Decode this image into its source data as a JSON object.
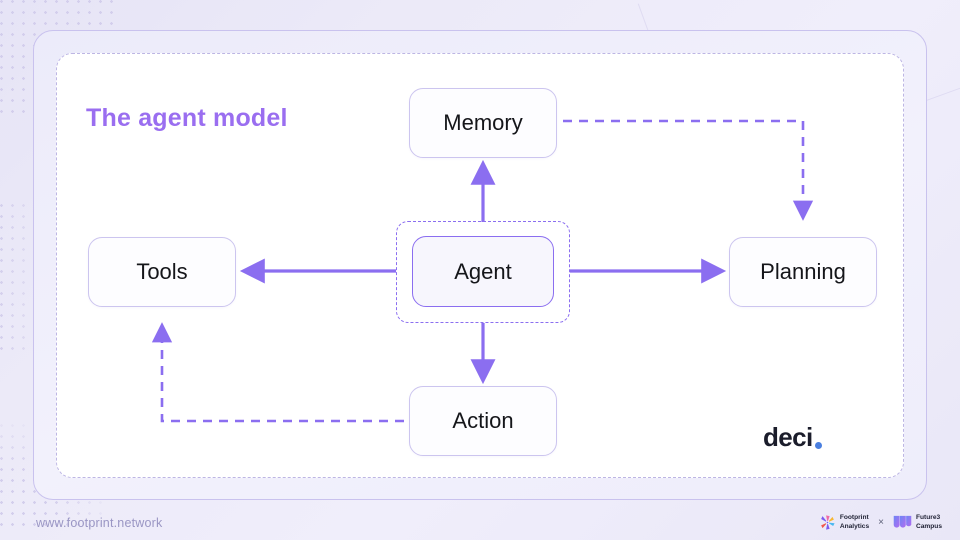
{
  "slide": {
    "title": "The agent model",
    "title_color": "#9a6ef0",
    "accent_color": "#8b6ef0",
    "background_color": "#ecebfa"
  },
  "diagram": {
    "nodes": [
      {
        "id": "memory",
        "label": "Memory",
        "kind": "plain"
      },
      {
        "id": "tools",
        "label": "Tools",
        "kind": "plain"
      },
      {
        "id": "agent",
        "label": "Agent",
        "kind": "highlighted"
      },
      {
        "id": "planning",
        "label": "Planning",
        "kind": "plain"
      },
      {
        "id": "action",
        "label": "Action",
        "kind": "plain"
      }
    ],
    "edges": [
      {
        "from": "agent",
        "to": "memory",
        "style": "solid",
        "direction": "up"
      },
      {
        "from": "agent",
        "to": "tools",
        "style": "solid",
        "direction": "left"
      },
      {
        "from": "agent",
        "to": "planning",
        "style": "solid",
        "direction": "right"
      },
      {
        "from": "agent",
        "to": "action",
        "style": "solid",
        "direction": "down"
      },
      {
        "from": "memory",
        "to": "planning",
        "style": "dashed",
        "direction": "right-down"
      },
      {
        "from": "action",
        "to": "tools",
        "style": "dashed",
        "direction": "left-up"
      }
    ]
  },
  "logo": {
    "name": "deci",
    "dot_color": "#4a7fe0"
  },
  "footer": {
    "url": "www.footprint.network",
    "separator": "×",
    "brands": [
      {
        "name": "Footprint\nAnalytics"
      },
      {
        "name": "Future3\nCampus"
      }
    ]
  }
}
